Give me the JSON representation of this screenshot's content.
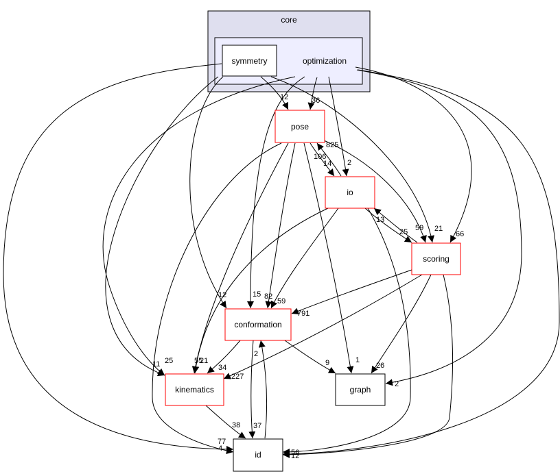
{
  "clusters": {
    "outer": {
      "label": "core",
      "fill": "#dfdfef",
      "stroke": "#000000"
    },
    "inner": {
      "label": "optimization",
      "fill": "#eeeeff",
      "stroke": "#000000"
    }
  },
  "nodes": {
    "symmetry": {
      "label": "symmetry",
      "border": "#000000"
    },
    "pose": {
      "label": "pose",
      "border": "#ff0000"
    },
    "io": {
      "label": "io",
      "border": "#ff0000"
    },
    "scoring": {
      "label": "scoring",
      "border": "#ff0000"
    },
    "conformation": {
      "label": "conformation",
      "border": "#ff0000"
    },
    "kinematics": {
      "label": "kinematics",
      "border": "#ff0000"
    },
    "graph": {
      "label": "graph",
      "border": "#000000"
    },
    "id": {
      "label": "id",
      "border": "#000000"
    }
  },
  "edge_labels": {
    "opt_pose_12": "12",
    "opt_pose_36": "36",
    "pose_io_825": "825",
    "pose_io_106": "106",
    "pose_io_14": "14",
    "opt_io_2": "2",
    "io_scoring_13": "13",
    "scoring_io_25": "25",
    "pose_scoring_59": "59",
    "sym_scoring_21": "21",
    "opt_scoring_66": "66",
    "opt_conf_12": "12",
    "opt_conf_15": "15",
    "pose_conf_82": "82",
    "io_conf_59": "59",
    "scoring_conf_791": "791",
    "opt_kin_11": "11",
    "sym_kin_25": "25",
    "pose_kin_55": "55",
    "io_kin_21": "21",
    "conf_kin_34": "34",
    "scoring_kin_227": "227",
    "conf_id_2": "2",
    "conf_graph_9": "9",
    "pose_graph_1": "1",
    "scoring_graph_26": "26",
    "opt_graph_2": "2",
    "kin_id_38": "38",
    "id_conf_37": "37",
    "sym_id_77": "77",
    "opt_id_4": "4",
    "io_id_56": "56",
    "scoring_id_12": "12"
  }
}
